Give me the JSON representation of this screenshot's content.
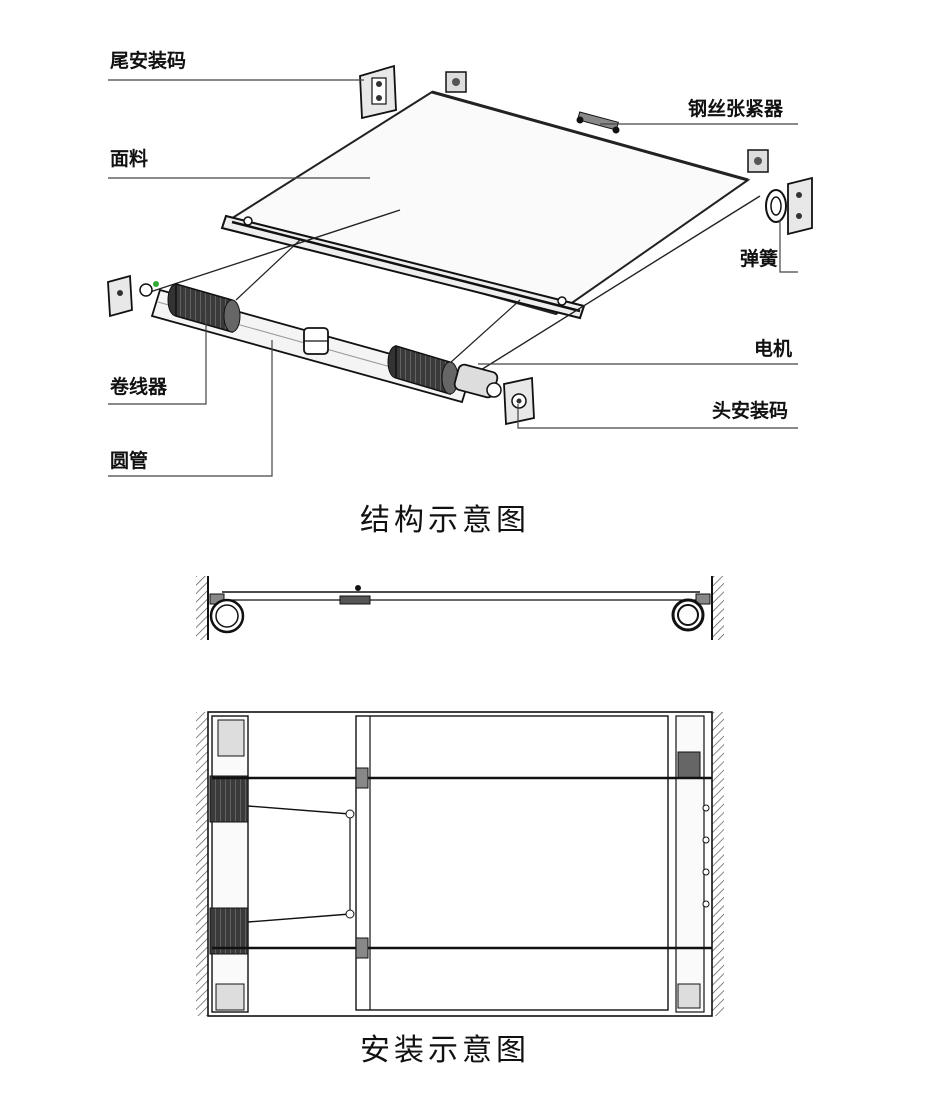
{
  "labels": {
    "tail_bracket": "尾安装码",
    "fabric": "面料",
    "wire_tensioner": "钢丝张紧器",
    "spring": "弹簧",
    "motor": "电机",
    "head_bracket": "头安装码",
    "winder": "卷线器",
    "tube": "圆管"
  },
  "captions": {
    "structure": "结构示意图",
    "installation": "安装示意图"
  }
}
